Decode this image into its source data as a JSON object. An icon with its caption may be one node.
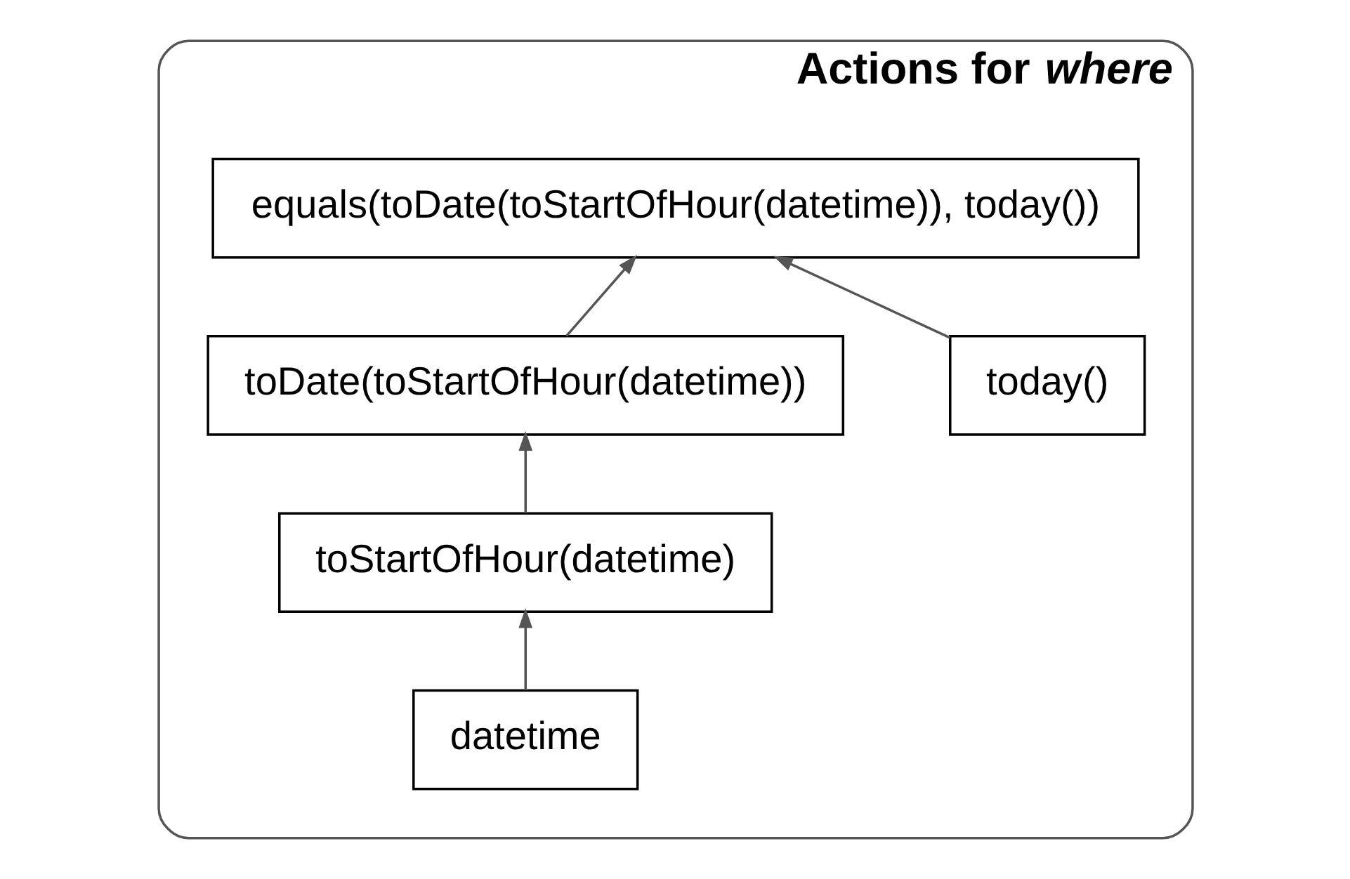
{
  "diagram": {
    "nodes": [
      {
        "text": [
          "Actions for *where*"
        ]
      },
      {
        "text": [
          "equals(toDate(toStartOfHour(datetime)), today())"
        ],
        "in": 0
      },
      {
        "text": [
          "toDate(toStartOfHour(datetime))"
        ],
        "in": 0
      },
      {
        "text": [
          "today()"
        ],
        "in": 0
      },
      {
        "text": [
          "toStartOfHour(datetime)"
        ],
        "in": 0
      },
      {
        "text": [
          "datetime"
        ],
        "in": 0
      }
    ],
    "edges": [
      {
        "from": 2,
        "to": 1,
        "arrow": "to"
      },
      {
        "from": 3,
        "to": 1,
        "arrow": "to"
      },
      {
        "from": 4,
        "to": 2,
        "arrow": "to"
      },
      {
        "from": 5,
        "to": 4,
        "arrow": "to"
      }
    ]
  }
}
